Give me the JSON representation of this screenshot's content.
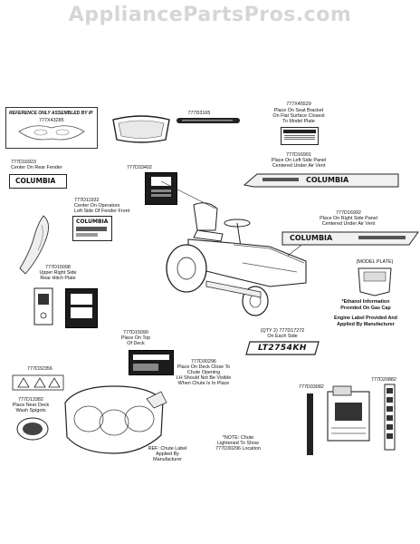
{
  "watermark": "AppliancePartsPros.com",
  "reference_box": {
    "title": "REFERENCE ONLY ASSEMBLED BY IP",
    "part": "777X43285"
  },
  "parts": {
    "p777d3165": "777D3165",
    "p777x45529": "777X45529",
    "p777x45529_desc": [
      "Place On Seat Bracket",
      "On Flat Surface Closest",
      "To Model Plate"
    ],
    "p777d16923": "777D16923",
    "p777d16923_desc": [
      "Center On Rear Fender"
    ],
    "p777d33402": "777D33402",
    "p777d16991": "777D16991",
    "p777d16991_desc": [
      "Place On Left Side Panel",
      "Centered Under Air Vent"
    ],
    "p777d11932": "777D11932",
    "p777d11932_desc": [
      "Center On Operators",
      "Left Side Of Fender Front"
    ],
    "p777d16992": "777D16992",
    "p777d16992_desc": [
      "Place On Right Side Panel",
      "Centered Under Air Vent"
    ],
    "model_plate": "(MODEL PLATE)",
    "ethanol": [
      "*Ethanol Information",
      "Provided On Gas Cap"
    ],
    "engine_label": [
      "Engine Label Provided And",
      "Applied By Manufacturer"
    ],
    "p777d15098": "777D15098",
    "p777d15098_desc": [
      "Upper Right Side",
      "Rear Hitch Plate"
    ],
    "p777d17272": "(QTY 2) 777D17272",
    "p777d17272_desc": [
      "On Each Side"
    ],
    "model_decal_text": "LT2754KH",
    "p777d15090": "777D15090",
    "p777d15090_desc": [
      "Place On Top",
      "Of Deck"
    ],
    "p777d30296": "777D30296",
    "p777d30296_desc": [
      "Place On Deck Close To",
      "Chute Opening",
      "LH Should Not Be Visible",
      "When Chute Is In Place"
    ],
    "p777d32356": "777D32356",
    "p777d13382": "777D13382",
    "p777d13382_desc": [
      "Place Near Deck",
      "Wash Spigots"
    ],
    "ref_chute": [
      "REF: Chute Label",
      "Applied By",
      "Manufacturer"
    ],
    "note_chute": [
      "*NOTE: Chute",
      "Lightened To Show",
      "777D30296 Location"
    ],
    "p777d33082": "777D33082",
    "p777d20882": "777D20882"
  },
  "brand": "COLUMBIA"
}
